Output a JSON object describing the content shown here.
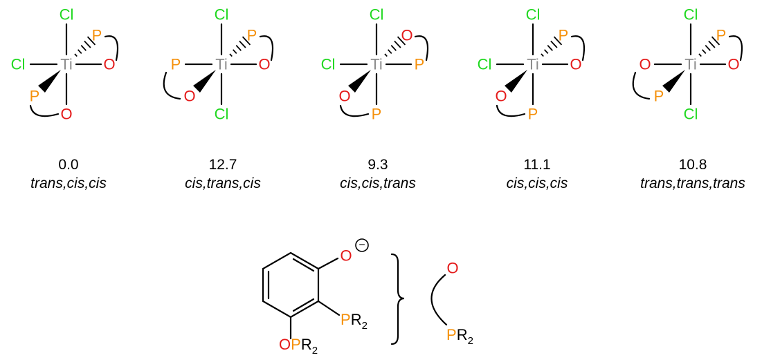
{
  "colors": {
    "Cl": "#1fd81f",
    "P": "#f5900a",
    "O": "#e41a1a",
    "Ti": "#8c8c8c",
    "bond": "#000000"
  },
  "labels": {
    "cl": "Cl",
    "ti": "Ti",
    "p": "P",
    "o": "O"
  },
  "isomers": [
    {
      "energy": "0.0",
      "descriptor": "trans,cis,cis"
    },
    {
      "energy": "12.7",
      "descriptor": "cis,trans,cis"
    },
    {
      "energy": "9.3",
      "descriptor": "cis,cis,trans"
    },
    {
      "energy": "11.1",
      "descriptor": "cis,cis,cis"
    },
    {
      "energy": "10.8",
      "descriptor": "trans,trans,trans"
    }
  ],
  "ligand": {
    "oxide": "O",
    "charge": "−",
    "phosphine": "P",
    "phosphinite": "OP",
    "substituent": "R",
    "subscript": "2"
  }
}
